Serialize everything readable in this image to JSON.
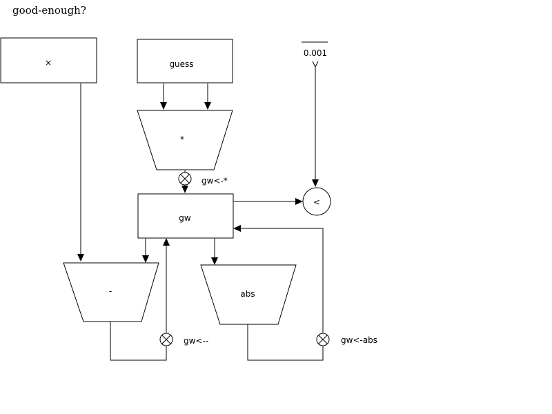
{
  "diagram": {
    "title": "good-enough?",
    "boxes": {
      "x": "×",
      "guess": "guess",
      "gw": "gw"
    },
    "operators": {
      "multiply": "*",
      "subtract": "-",
      "abs": "abs",
      "less_than": "<"
    },
    "constant": {
      "value": "0.001"
    },
    "junctions": {
      "gw_mul": "gw<-*",
      "gw_sub": "gw<--",
      "gw_abs": "gw<-abs"
    }
  }
}
